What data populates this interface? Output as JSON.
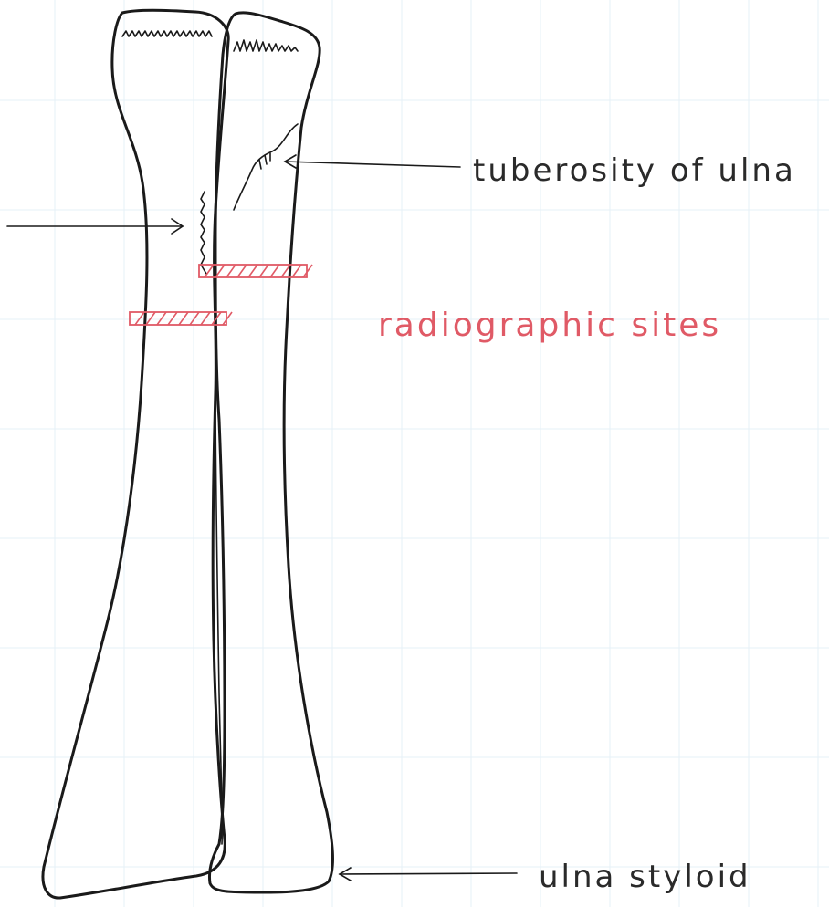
{
  "diagram": {
    "labels": {
      "tuberosity": "tuberosity of ulna",
      "radiographic_sites": "radiographic sites",
      "styloid": "ulna styloid"
    },
    "colors": {
      "ink": "#1a1a1a",
      "annotation_red": "#e05a66",
      "grid_faint": "#e6f1f7",
      "paper": "#ffffff"
    }
  }
}
